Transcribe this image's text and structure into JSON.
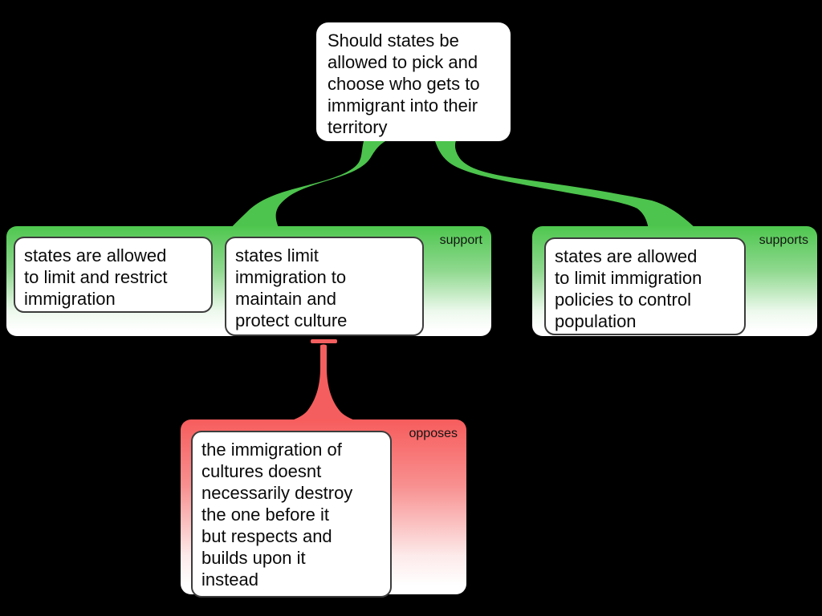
{
  "colors": {
    "background": "#000000",
    "support": "#4dc44d",
    "oppose": "#f55e5e",
    "node_fill": "#ffffff",
    "node_border": "#3c3c3c",
    "text": "#0a0a0a"
  },
  "root": {
    "text": "Should states be\nallowed to pick and\nchoose who gets to\nimmigrant into their\nterritory"
  },
  "groups": [
    {
      "label": "support",
      "relation": "support",
      "claims": [
        {
          "text": "states are allowed\nto limit and restrict\nimmigration"
        },
        {
          "text": "states limit\nimmigration to\nmaintain and\nprotect culture"
        }
      ]
    },
    {
      "label": "supports",
      "relation": "support",
      "claims": [
        {
          "text": "states are allowed\nto limit immigration\npolicies to control\npopulation"
        }
      ]
    },
    {
      "label": "opposes",
      "relation": "oppose",
      "claims": [
        {
          "text": "the immigration of\ncultures doesnt\nnecessarily destroy\nthe one before it\nbut respects and\nbuilds upon it\ninstead"
        }
      ]
    }
  ]
}
